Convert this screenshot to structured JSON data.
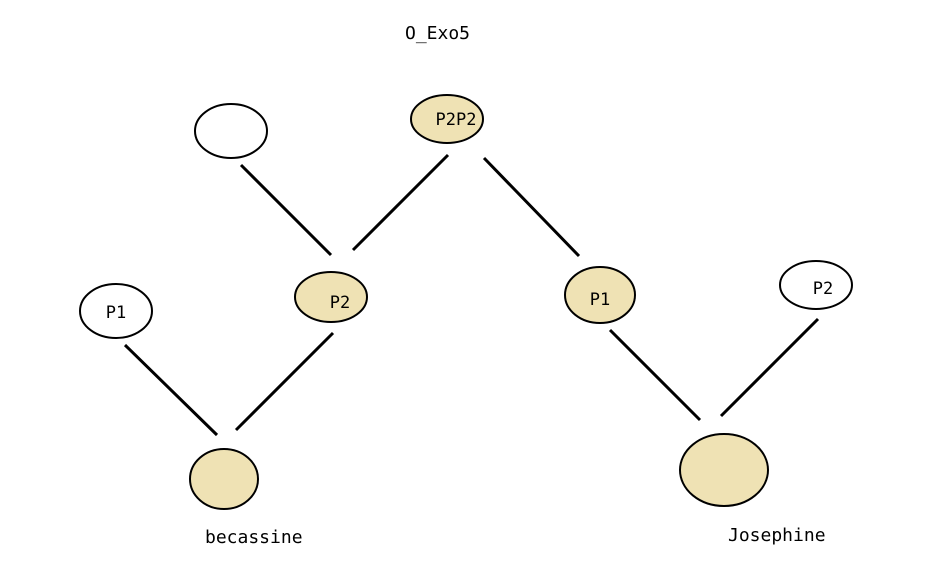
{
  "title": "O_Exo5",
  "colors": {
    "filled": "#efe2b4",
    "empty": "#ffffff",
    "stroke": "#000000"
  },
  "nodes": {
    "top_empty": {
      "label": "",
      "filled": false
    },
    "top_p2p2": {
      "label": "P2P2",
      "filled": true
    },
    "left_p1": {
      "label": "P1",
      "filled": false
    },
    "left_p2": {
      "label": "P2",
      "filled": true
    },
    "right_p1": {
      "label": "P1",
      "filled": true
    },
    "right_p2": {
      "label": "P2",
      "filled": false
    },
    "becassine": {
      "label": "",
      "filled": true
    },
    "josephine": {
      "label": "",
      "filled": true
    }
  },
  "names": {
    "becassine": "becassine",
    "josephine": "Josephine"
  }
}
